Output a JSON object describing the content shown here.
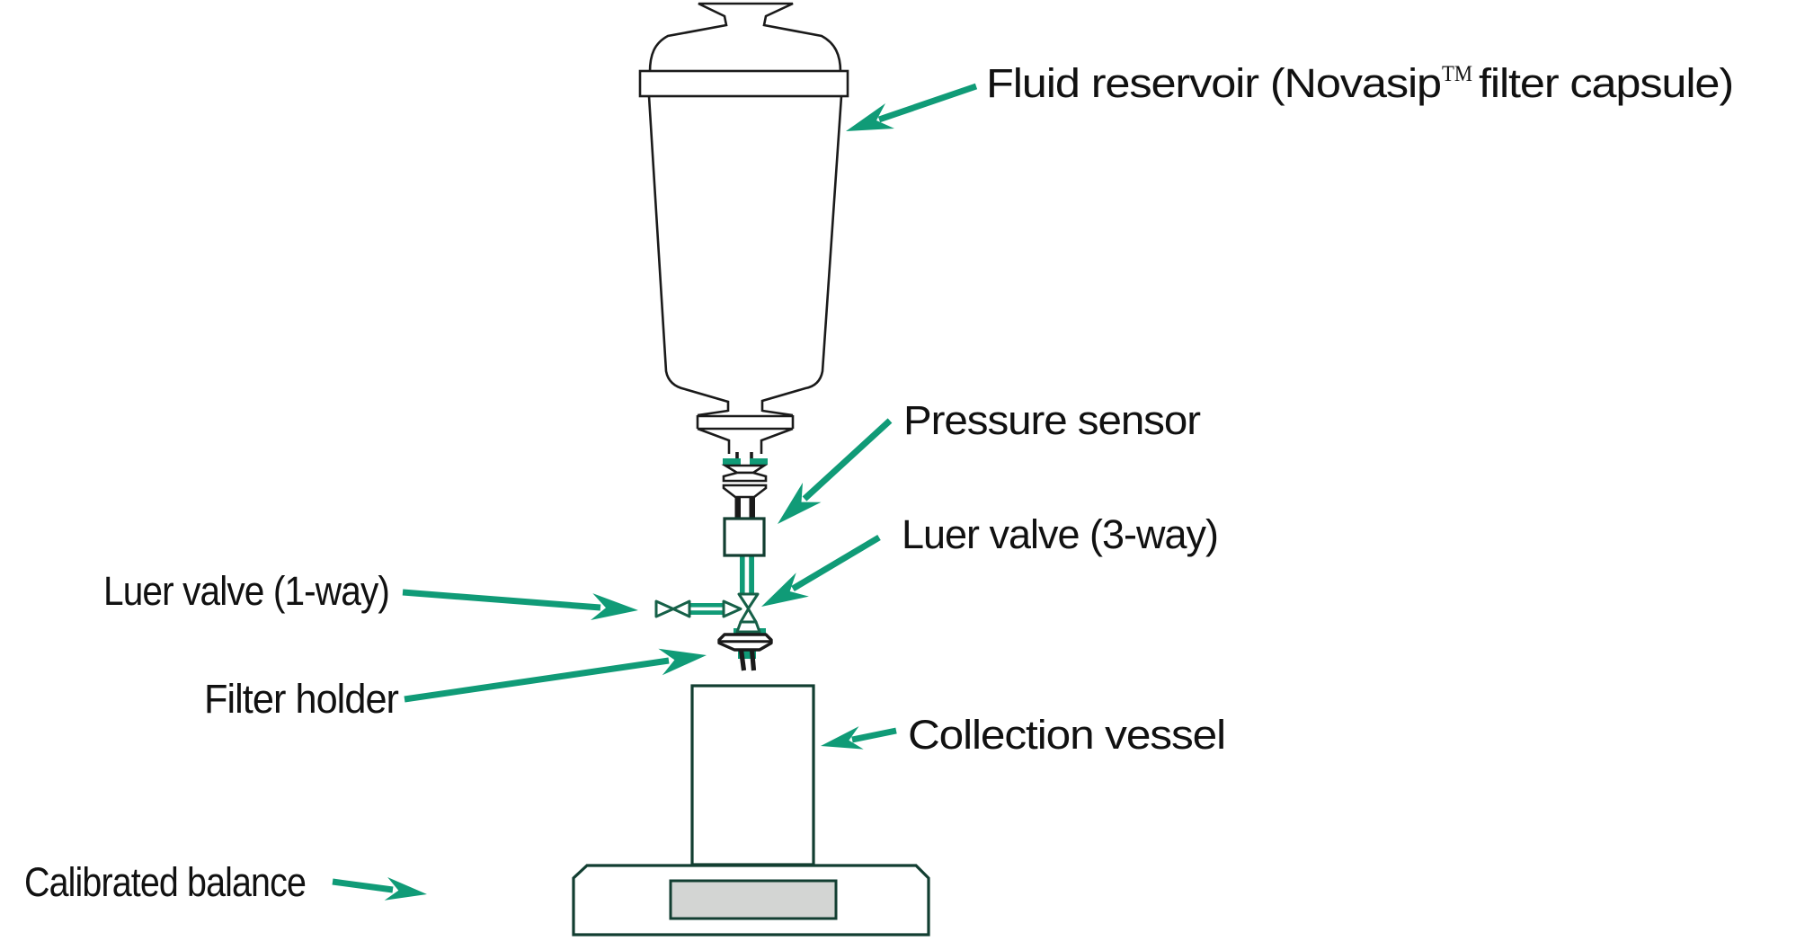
{
  "title": "Filtration test setup diagram",
  "colors": {
    "accent_teal": "#109B77",
    "valve_green": "#166048",
    "outline_dark": "#123E31",
    "line_black": "#1A1A1A",
    "display_gray": "#D3D5D3",
    "background": "#FFFFFF"
  },
  "labels": {
    "fluid_reservoir": {
      "pre": "Fluid reservoir (Novasip",
      "sup": "TM",
      "post": " filter capsule)"
    },
    "pressure_sensor": "Pressure sensor",
    "luer_valve_3way": "Luer valve (3-way)",
    "luer_valve_1way": "Luer valve (1-way)",
    "filter_holder": "Filter holder",
    "collection_vessel": "Collection vessel",
    "calibrated_balance": "Calibrated balance"
  }
}
